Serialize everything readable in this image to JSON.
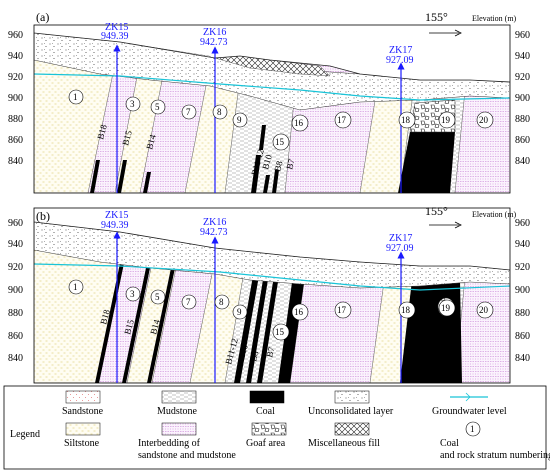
{
  "panels": [
    {
      "label": "(a)",
      "bearing": "155°",
      "elevation_label": "Elevation (m)",
      "boreholes": [
        {
          "name": "ZK15",
          "elev": "949.39"
        },
        {
          "name": "ZK16",
          "elev": "942.73"
        },
        {
          "name": "ZK17",
          "elev": "927.09"
        }
      ],
      "coal_seams": [
        "B18",
        "B15",
        "B14",
        "B11-12",
        "B10",
        "B8",
        "B7",
        "B6"
      ]
    },
    {
      "label": "(b)",
      "bearing": "155°",
      "elevation_label": "Elevation (m)",
      "boreholes": [
        {
          "name": "ZK15",
          "elev": "949.39"
        },
        {
          "name": "ZK16",
          "elev": "942.73"
        },
        {
          "name": "ZK17",
          "elev": "927.09"
        }
      ],
      "coal_seams": [
        "B18",
        "B15",
        "B14",
        "B11-12",
        "B10",
        "B8",
        "B7",
        "B6"
      ]
    }
  ],
  "axis_ticks": [
    "960",
    "940",
    "920",
    "900",
    "880",
    "860",
    "840"
  ],
  "strata_numbers": [
    "1",
    "3",
    "5",
    "7",
    "8",
    "9",
    "15",
    "16",
    "17",
    "18",
    "19",
    "20"
  ],
  "legend": {
    "title": "Legend",
    "items": [
      {
        "key": "sandstone",
        "label": "Sandstone"
      },
      {
        "key": "mudstone",
        "label": "Mudstone"
      },
      {
        "key": "coal",
        "label": "Coal"
      },
      {
        "key": "unconsolidated",
        "label": "Unconsolidated layer"
      },
      {
        "key": "groundwater",
        "label": "Groundwater level"
      },
      {
        "key": "siltstone",
        "label": "Siltstone"
      },
      {
        "key": "interbedding",
        "label": "Interbedding of sandstone and mudstone"
      },
      {
        "key": "goaf",
        "label": "Goaf area"
      },
      {
        "key": "fill",
        "label": "Miscellaneous fill"
      },
      {
        "key": "numbering",
        "label": "Coal and rock stratum numbering"
      }
    ]
  },
  "colors": {
    "borehole": "#1a1aff",
    "groundwater": "#19c4d8",
    "interbed": "#c070d0",
    "sandstone": "#e06a6a",
    "siltstone": "#d9c96a"
  }
}
